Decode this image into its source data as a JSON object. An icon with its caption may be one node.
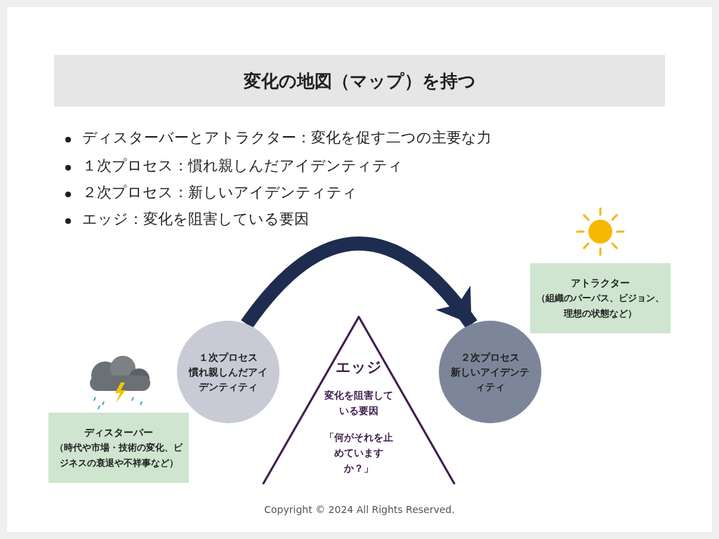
{
  "diagram": {
    "title": "変化の地図（マップ）を持つ",
    "nodes": [
      {
        "text": [
          "ディスターバー",
          "（時代や市場・技術の変化、ビジネスの衰退や不祥事など）"
        ]
      },
      {
        "text": [
          "１次プロセス",
          "慣れ親しんだアイデンティティ"
        ]
      },
      {
        "text": [
          "エッジ",
          "変化を阻害している要因",
          "「何がそれを止めていますか？」"
        ]
      },
      {
        "text": [
          "２次プロセス",
          "新しいアイデンティティ"
        ]
      },
      {
        "text": [
          "アトラクター",
          "（組織のパーパス、ビジョン、理想の状態など）"
        ]
      }
    ],
    "edges": [
      {
        "from": 1,
        "to": 3,
        "arrow": "to",
        "color": "#1e2d4f"
      }
    ],
    "labels": [
      "ディスターバーとアトラクター：変化を促す二つの主要な力",
      "１次プロセス：慣れ親しんだアイデンティティ",
      "２次プロセス：新しいアイデンティティ",
      "エッジ：変化を阻害している要因",
      "Copyright © 2024 All Rights Reserved."
    ]
  }
}
